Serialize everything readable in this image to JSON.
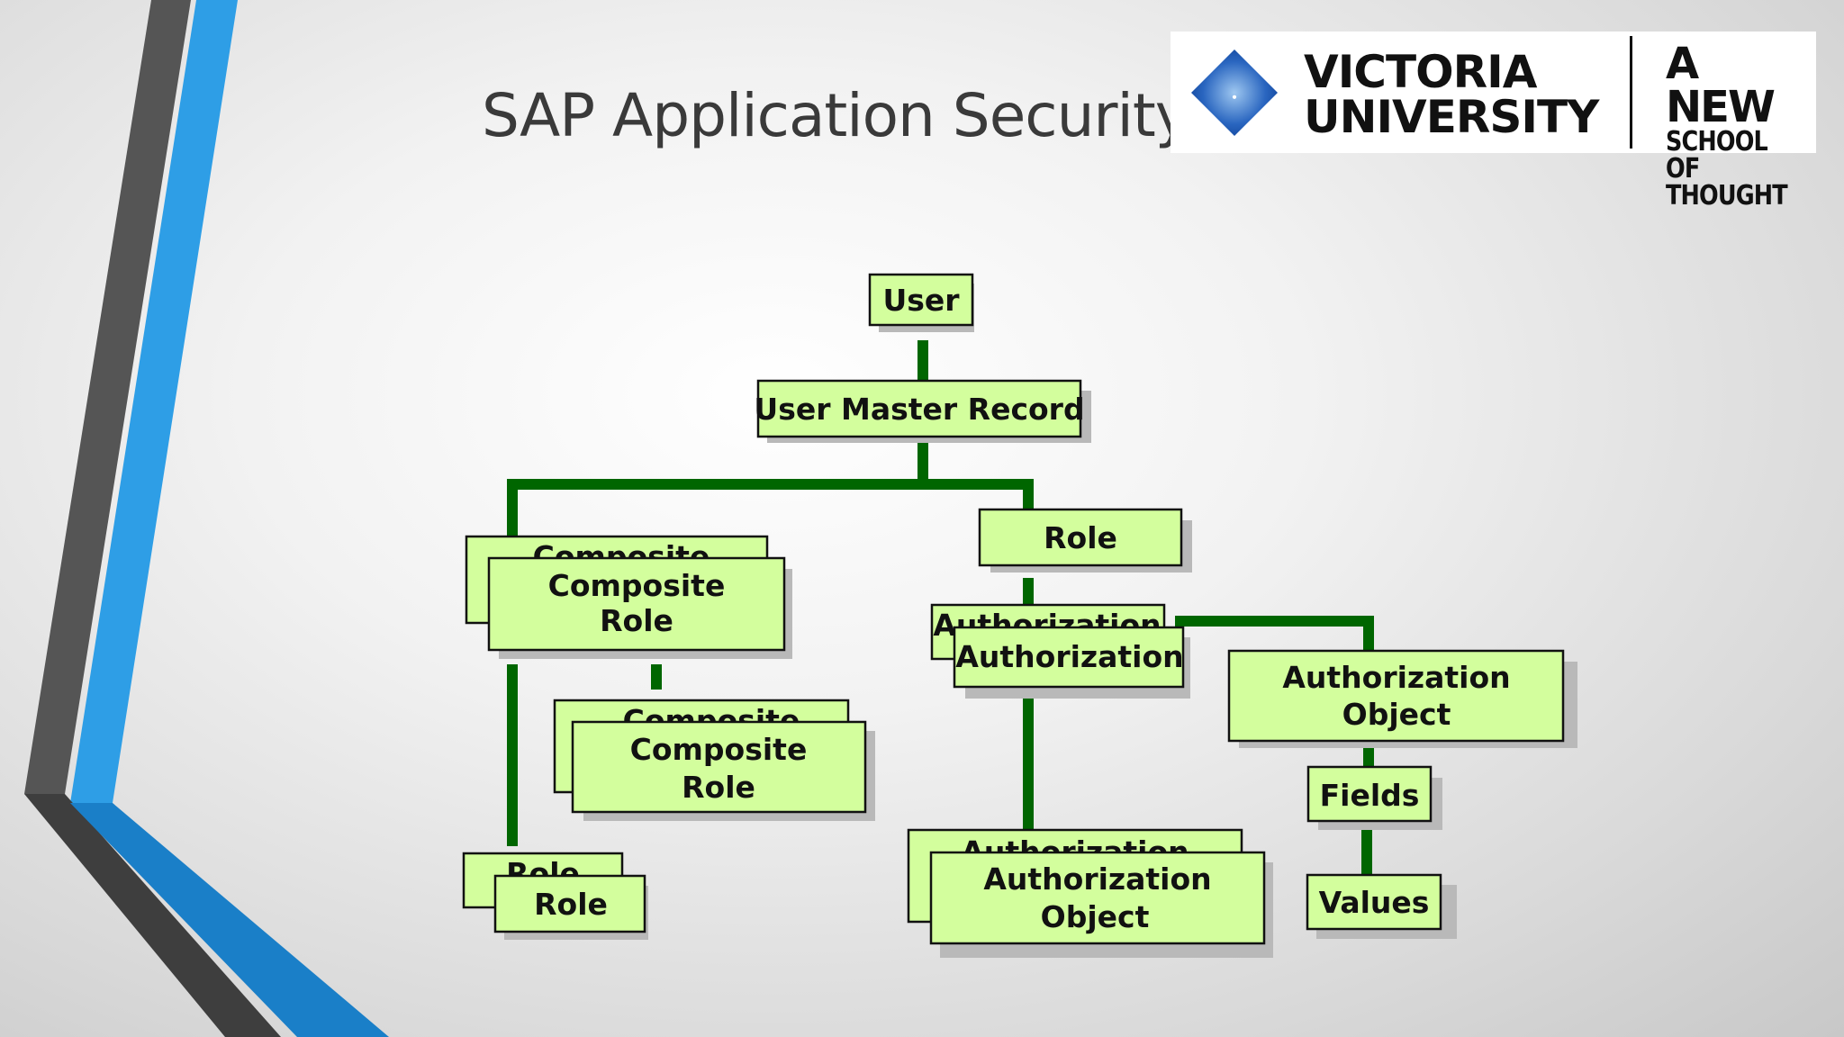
{
  "slide": {
    "title": "SAP Application Security"
  },
  "logo": {
    "university_line1": "VICTORIA",
    "university_line2": "UNIVERSITY",
    "tagline_line1": "A NEW",
    "tagline_line2": "SCHOOL OF",
    "tagline_line3": "THOUGHT"
  },
  "colors": {
    "box_fill": "#d3fe9d",
    "connector": "#006600",
    "accent_blue": "#2e9ee6",
    "accent_gray": "#4a4a4a"
  },
  "diagram": {
    "nodes": {
      "user": "User",
      "user_master_record": "User Master Record",
      "role": "Role",
      "composite_role_top": [
        "Composite",
        "Role"
      ],
      "composite_role_bottom": [
        "Composite",
        "Role"
      ],
      "role_bottom_left": "Role",
      "authorization": "Authorization",
      "authorization_object_right": [
        "Authorization",
        "Object"
      ],
      "authorization_object_bottom": [
        "Authorization",
        "Object"
      ],
      "fields": "Fields",
      "values": "Values"
    }
  }
}
